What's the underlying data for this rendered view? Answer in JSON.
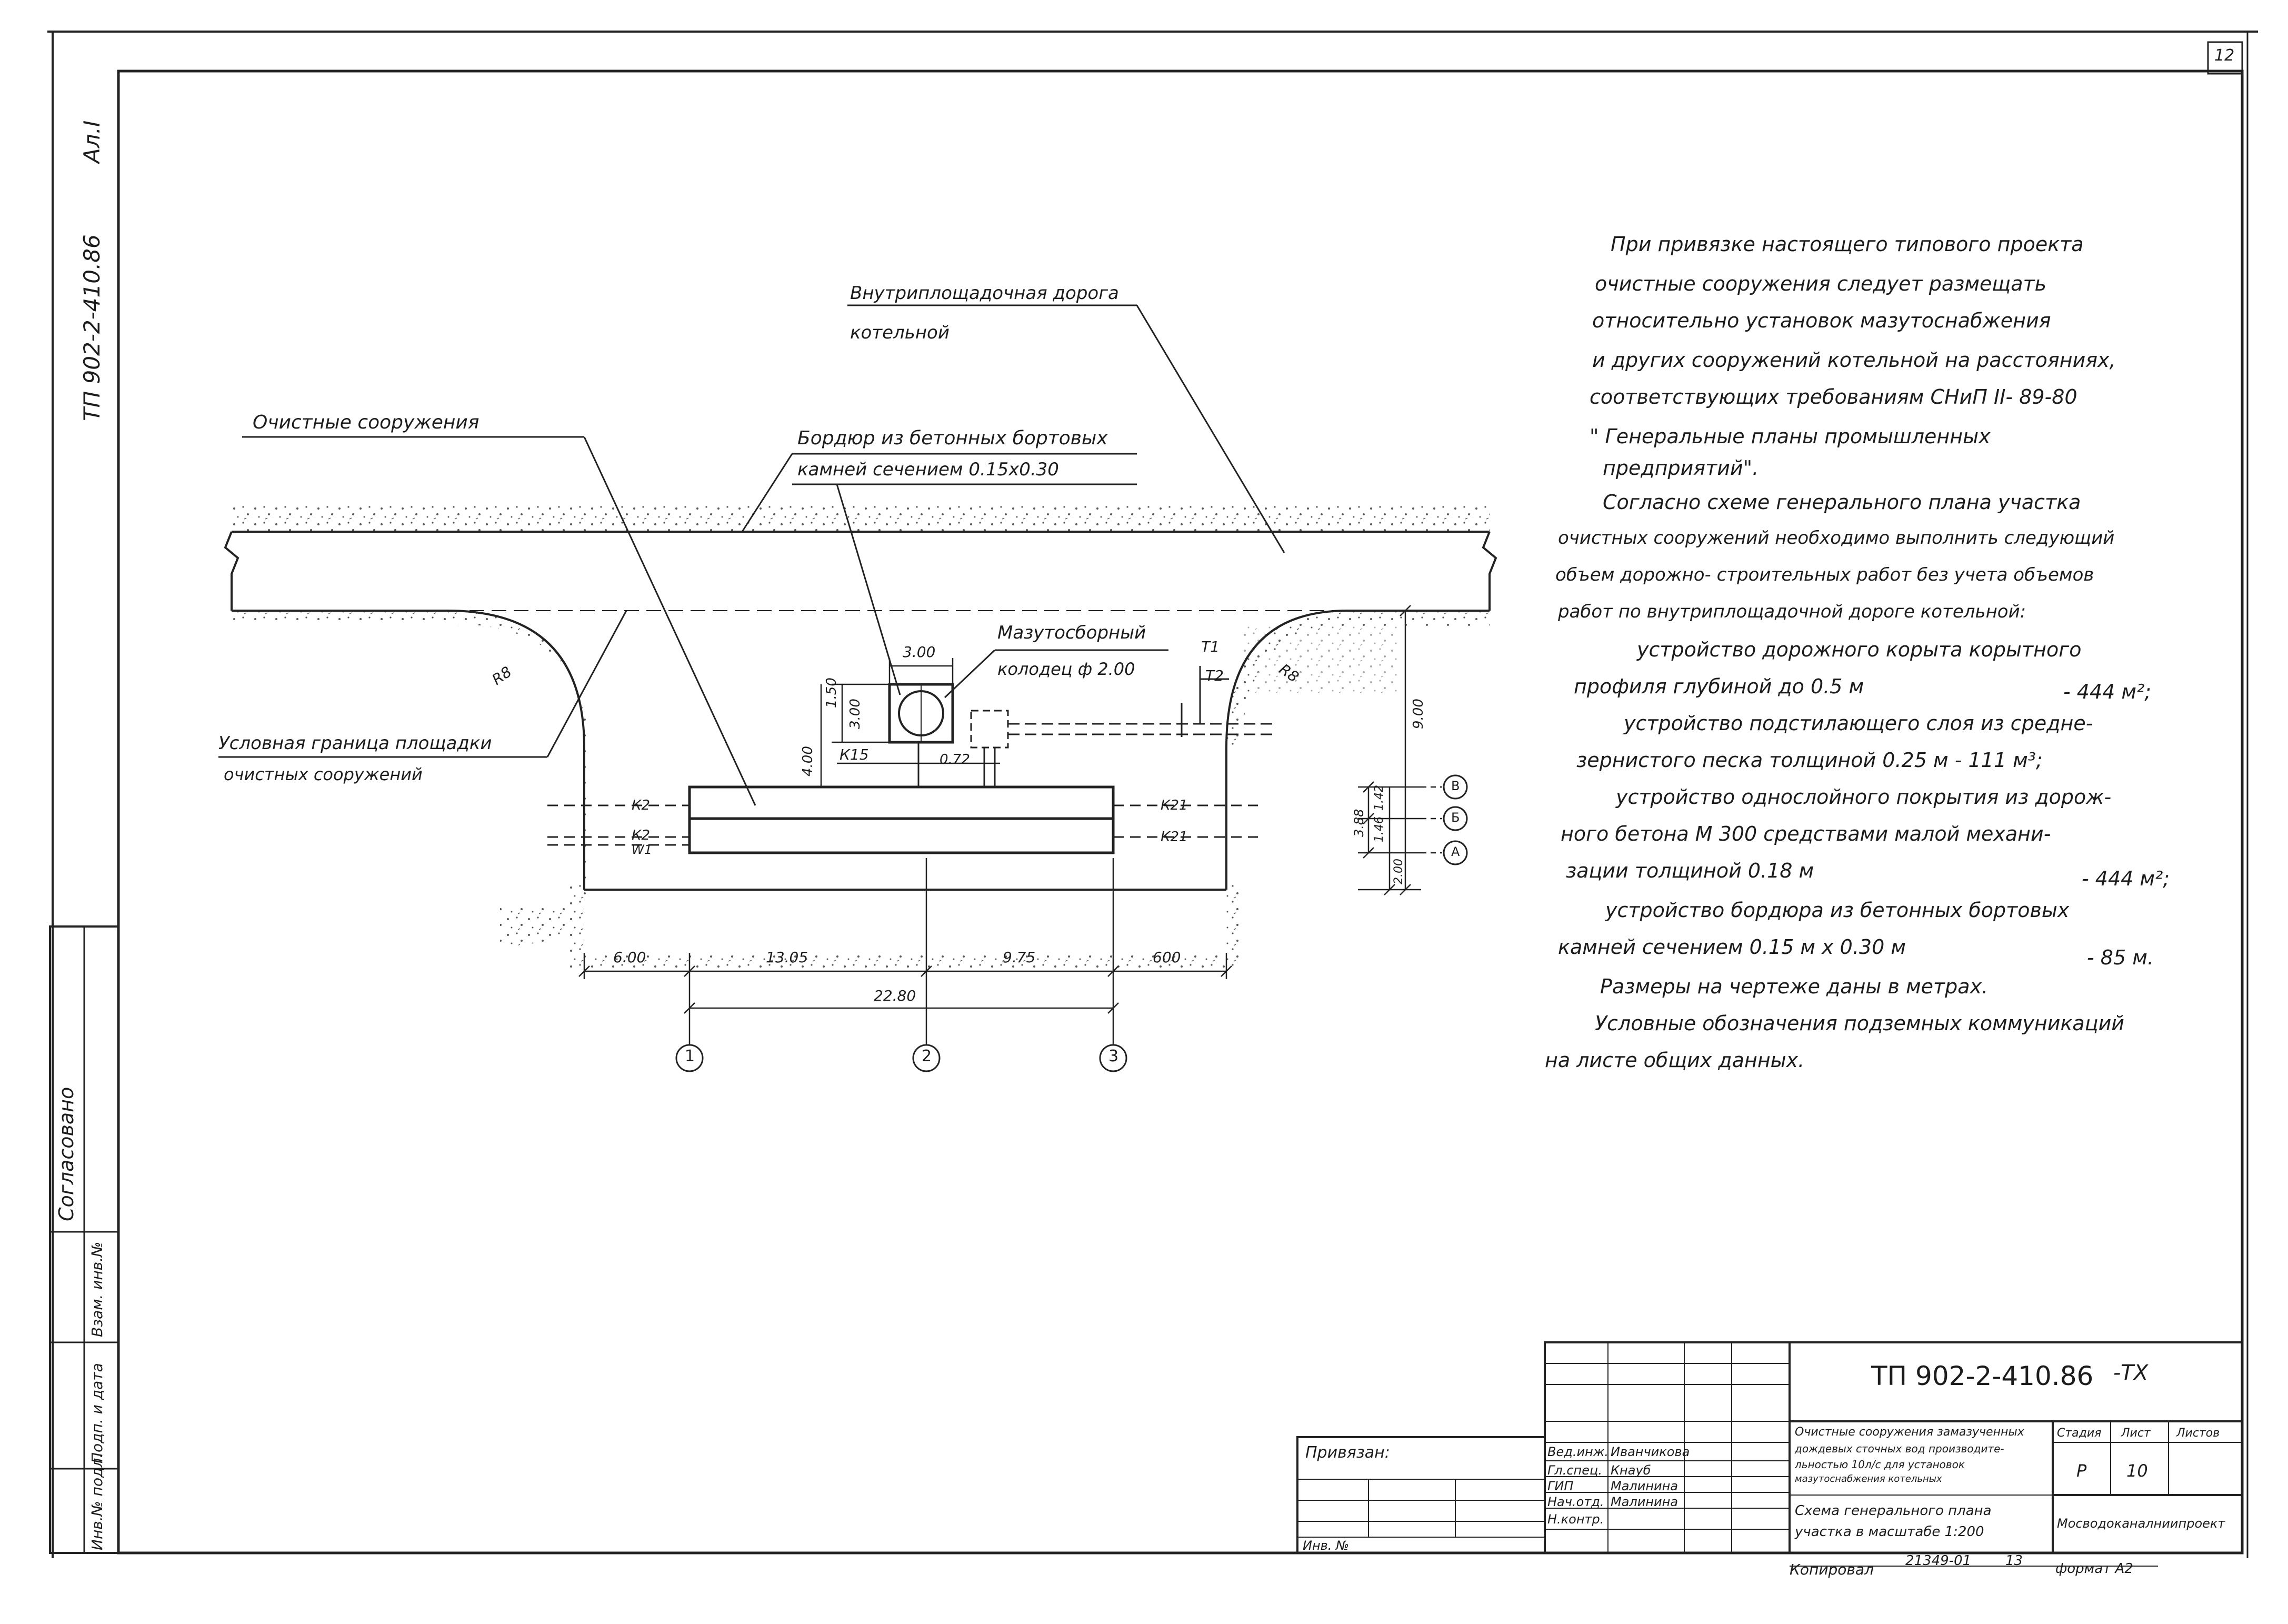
{
  "sheet": {
    "sheet_number": "12",
    "side_code": "ТП 902-2-410.86",
    "side_album": "Ал.I",
    "side_agreed": "Согласовано",
    "side_fields": [
      "Инв.№ подл.",
      "Подп. и дата",
      "Взам. инв.№"
    ]
  },
  "drawing": {
    "labels": {
      "road": "Внутриплощадочная дорога",
      "road2": "котельной",
      "treatment": "Очистные сооружения",
      "curb1": "Бордюр из бетонных бортовых",
      "curb2": "камней сечением 0.15х0.30",
      "well1": "Мазутосборный",
      "well2": "колодец ф 2.00",
      "boundary1": "Условная граница площадки",
      "boundary2": "очистных сооружений",
      "k15": "К15",
      "t1": "Т1",
      "t2": "Т2",
      "r8_left": "R8",
      "r8_right": "R8",
      "pipe_k2_top": "К2",
      "pipe_k2_mid": "К2",
      "pipe_w1": "W1",
      "pipe_k21_top": "К21",
      "pipe_k21_mid": "К21"
    },
    "dimensions": {
      "well_w": "3.00",
      "well_h": "3.00",
      "well_off": "1.50",
      "well_dist": "4.00",
      "d072": "0.72",
      "right_h": "9.00",
      "d388": "3.88",
      "d142": "1.42",
      "d146": "1.46",
      "d200": "2.00",
      "b1": "6.00",
      "b2": "13.05",
      "b3": "9.75",
      "b4": "600",
      "total": "22.80"
    },
    "axes_v": [
      "1",
      "2",
      "3"
    ],
    "axes_h": [
      "В",
      "Б",
      "А"
    ]
  },
  "notes": [
    "При привязке настоящего типового проекта",
    "очистные сооружения следует размещать",
    "относительно установок мазутоснабжения",
    "и других сооружений котельной на расстояниях,",
    "соответствующих требованиям СНиП II- 89-80",
    "\" Генеральные планы промышленных",
    "предприятий\".",
    "Согласно схеме генерального плана участка",
    "очистных сооружений необходимо выполнить следующий",
    "объем дорожно- строительных работ без учета объемов",
    "работ по внутриплощадочной дороге котельной:",
    "устройство дорожного корыта корытного",
    "профиля глубиной до 0.5 м",
    "- 444 м²;",
    "устройство подстилающего слоя из средне-",
    "зернистого песка толщиной 0.25 м   - 111 м³;",
    "устройство однослойного покрытия из дорож-",
    "ного бетона М 300 средствами малой механи-",
    "зации толщиной 0.18 м",
    "- 444 м²;",
    "устройство бордюра из бетонных бортовых",
    "камней сечением 0.15 м х 0.30 м",
    "- 85 м.",
    "Размеры на чертеже даны в метрах.",
    "Условные обозначения подземных коммуникаций",
    "на листе общих данных."
  ],
  "title_block": {
    "code": "ТП 902-2-410.86",
    "code_suffix": "-ТХ",
    "privyazan": "Привязан:",
    "inv": "Инв. №",
    "roles": [
      "Вед.инж.",
      "Гл.спец.",
      "ГИП",
      "Нач.отд.",
      "Н.контр."
    ],
    "names": [
      "Иванчикова",
      "Кнауб",
      "Малинина",
      "Малинина",
      ""
    ],
    "description": [
      "Очистные сооружения замазученных",
      "дождевых сточных вод производите-",
      "льностью 10л/с для установок",
      "мазутоснабжения котельных"
    ],
    "sheet_title": [
      "Схема генерального плана",
      "участка в масштабе 1:200"
    ],
    "stage_label": "Стадия",
    "sheet_label": "Лист",
    "sheets_label": "Листов",
    "stage": "Р",
    "sheet": "10",
    "org": "Мосводоканалниипроект",
    "copied": "Копировал",
    "copied_num": "21349-01",
    "copied_page": "13",
    "format": "формат А2"
  }
}
